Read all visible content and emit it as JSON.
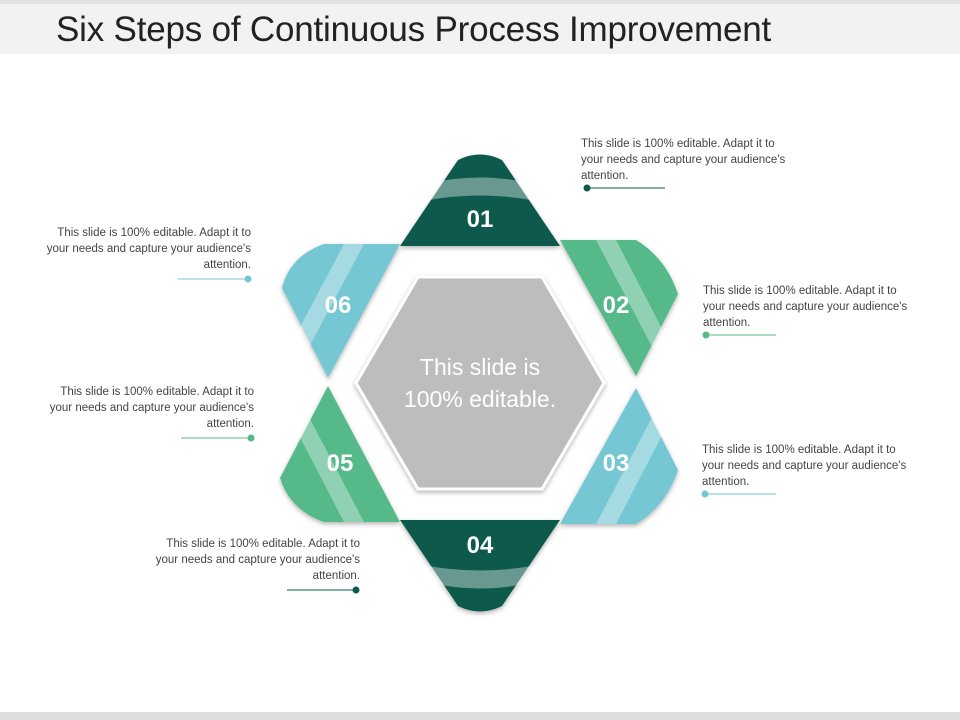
{
  "title": "Six Steps of Continuous Process Improvement",
  "center": {
    "line1": "This slide is",
    "line2": "100% editable."
  },
  "colors": {
    "dark": "#0e5a4e",
    "green": "#57b98a",
    "blue": "#75c7d3",
    "center": "#bdbdbd"
  },
  "steps": [
    {
      "number": "01",
      "text": "This slide is 100% editable. Adapt it to your needs and capture your audience's attention."
    },
    {
      "number": "02",
      "text": "This slide is 100% editable. Adapt it to your needs and capture your audience's attention."
    },
    {
      "number": "03",
      "text": "This slide is 100% editable. Adapt it to your needs and capture your audience's attention."
    },
    {
      "number": "04",
      "text": "This slide is 100% editable. Adapt it to your needs and capture your audience's attention."
    },
    {
      "number": "05",
      "text": "This slide is 100% editable. Adapt it to your needs and capture your audience's attention."
    },
    {
      "number": "06",
      "text": "This slide is 100% editable. Adapt it to your needs and capture your audience's attention."
    }
  ]
}
